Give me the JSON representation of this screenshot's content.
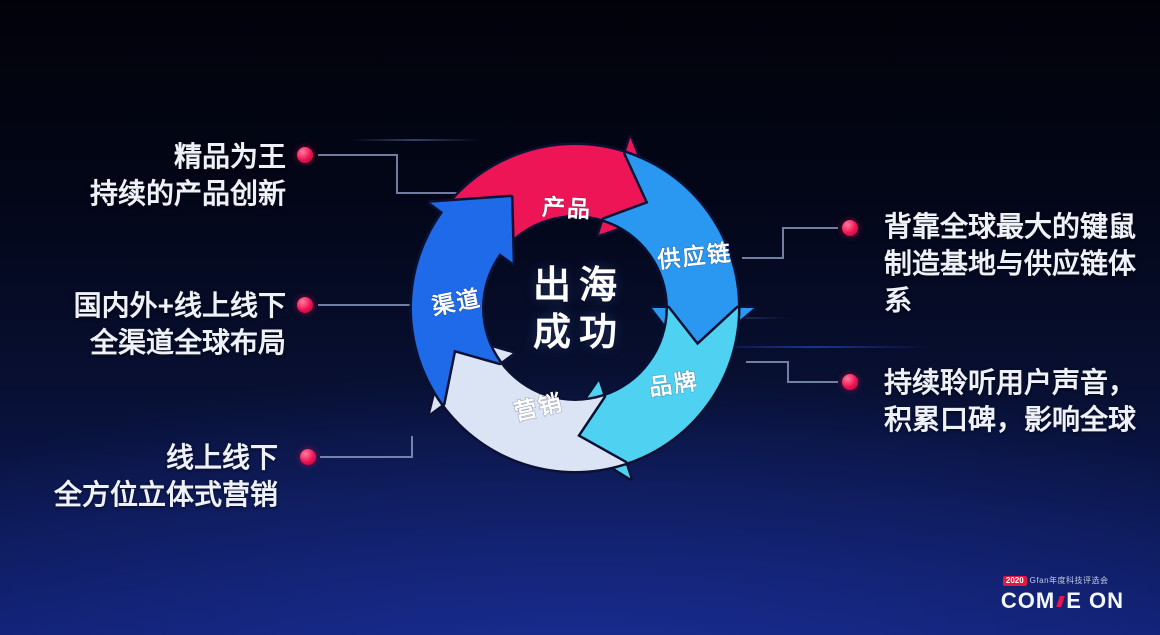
{
  "diagram": {
    "center_title": {
      "line1": "出海",
      "line2": "成功"
    },
    "segments": [
      {
        "label": "产品",
        "color": "#ee1557",
        "angle": 268
      },
      {
        "label": "供应链",
        "color": "#2a97f0",
        "angle": 340
      },
      {
        "label": "品牌",
        "color": "#4fd2f2",
        "angle": 52
      },
      {
        "label": "营销",
        "color": "#dbe4f4",
        "angle": 124
      },
      {
        "label": "渠道",
        "color": "#1e6ae8",
        "angle": 196
      }
    ]
  },
  "callouts": {
    "product": {
      "lines": [
        "精品为王",
        "持续的产品创新"
      ]
    },
    "channel": {
      "lines": [
        "国内外+线上线下",
        "全渠道全球布局"
      ]
    },
    "marketing": {
      "lines": [
        "线上线下",
        "全方位立体式营销"
      ]
    },
    "supply_chain": {
      "lines": [
        "背靠全球最大的键鼠",
        "制造基地与供应链体",
        "系"
      ]
    },
    "brand": {
      "lines": [
        "持续聆听用户声音，",
        "积累口碑，影响全球"
      ]
    }
  },
  "logo": {
    "badge": "2020",
    "event": "Gfan年度科技评选会",
    "main_left": "COM",
    "main_right": "E ON"
  },
  "colors": {
    "accent_red": "#ee1150",
    "connector": "#97a6cc",
    "text": "#eef1f8",
    "bg_top": "#010209",
    "bg_bottom": "#101f6e"
  }
}
